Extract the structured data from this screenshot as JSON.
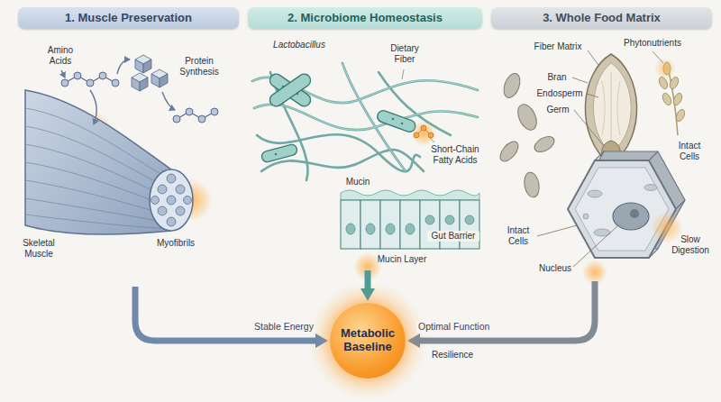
{
  "diagram": {
    "nodes": [
      {
        "text": [
          "1. Muscle Preservation"
        ]
      },
      {
        "text": [
          "2. Microbiome Homeostasis"
        ]
      },
      {
        "text": [
          "3. Whole Food Matrix"
        ]
      },
      {
        "text": [
          "Metabolic Baseline"
        ]
      }
    ],
    "edges": [
      {
        "from": 0,
        "to": 3,
        "arrow": "to",
        "label": "Stable Energy"
      },
      {
        "from": 1,
        "to": 3,
        "arrow": "to"
      },
      {
        "from": 2,
        "to": 3,
        "arrow": "to",
        "label": "Optimal Function"
      }
    ],
    "labels": [
      "Amino Acids",
      "Protein Synthesis",
      "Skeletal Muscle",
      "Myofibrils",
      "Lactobacillus",
      "Dietary Fiber",
      "Short-Chain Fatty Acids",
      "Mucin",
      "Gut Barrier",
      "Mucin Layer",
      "Fiber Matrix",
      "Phytonutrients",
      "Bran",
      "Endosperm",
      "Germ",
      "Intact Cells",
      "Intact Cells",
      "Nucleus",
      "Slow Digestion",
      "Resilience"
    ]
  }
}
